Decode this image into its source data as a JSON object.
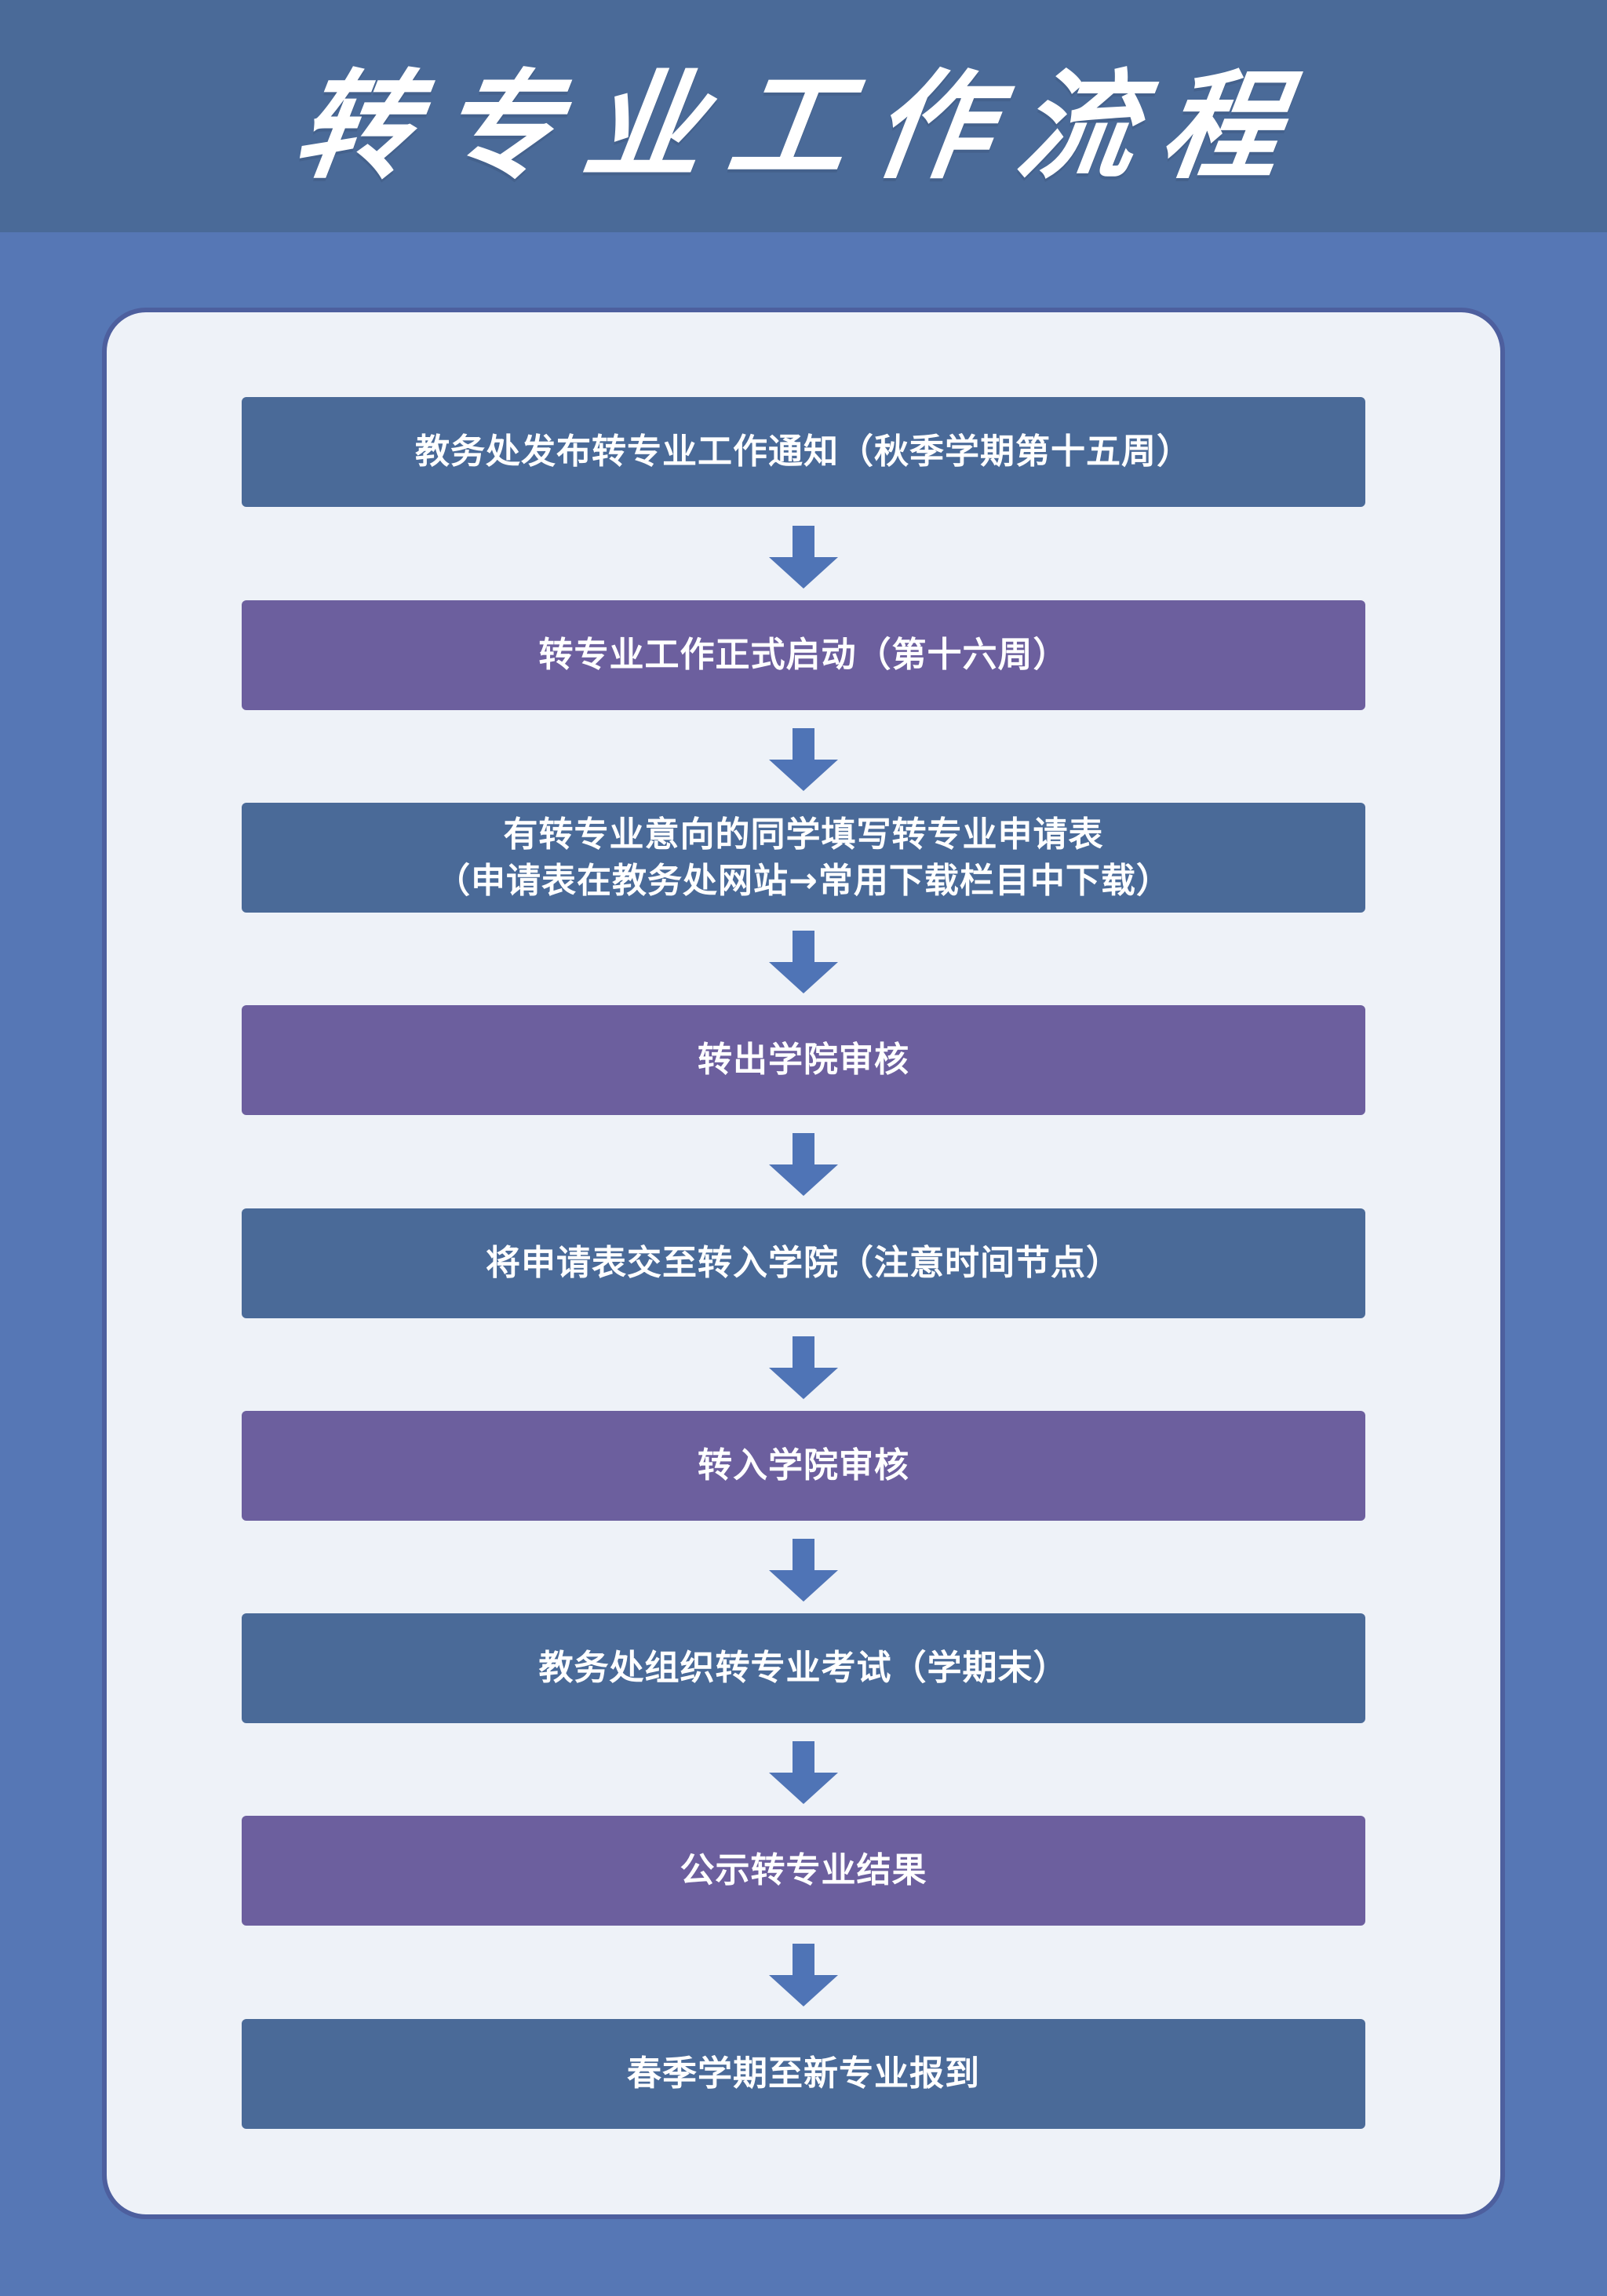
{
  "title": "转专业工作流程",
  "colors": {
    "background": "#5677B5",
    "header": "#4A6A98",
    "panel": "#EEF2F8",
    "panel_border": "#4D5F9E",
    "step_blue": "#4A6A98",
    "step_purple": "#6C5F9E",
    "arrow": "#4F74B6"
  },
  "steps": [
    {
      "lines": [
        "教务处发布转专业工作通知（秋季学期第十五周）"
      ]
    },
    {
      "lines": [
        "转专业工作正式启动（第十六周）"
      ]
    },
    {
      "lines": [
        "有转专业意向的同学填写转专业申请表",
        "（申请表在教务处网站→常用下载栏目中下载）"
      ]
    },
    {
      "lines": [
        "转出学院审核"
      ]
    },
    {
      "lines": [
        "将申请表交至转入学院（注意时间节点）"
      ]
    },
    {
      "lines": [
        "转入学院审核"
      ]
    },
    {
      "lines": [
        "教务处组织转专业考试（学期末）"
      ]
    },
    {
      "lines": [
        "公示转专业结果"
      ]
    },
    {
      "lines": [
        "春季学期至新专业报到"
      ]
    }
  ]
}
